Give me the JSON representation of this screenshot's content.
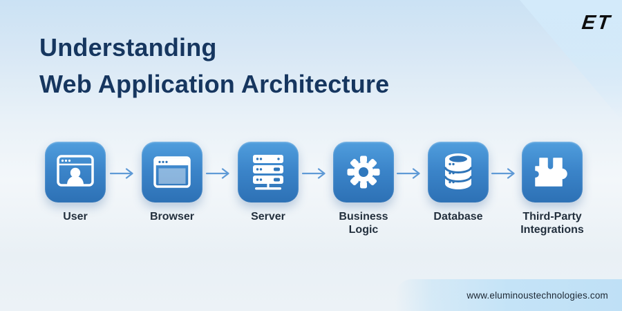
{
  "page": {
    "title": "Understanding\nWeb Application Architecture",
    "brand_logo": "ET",
    "footer_url": "www.eluminoustechnologies.com"
  },
  "colors": {
    "title_text": "#16365f",
    "label_text": "#222f3d",
    "tile_blue_top": "#509edd",
    "tile_blue_bottom": "#2d71b5",
    "icon_detail_blue": "#2e74b8",
    "arrow_blue": "#5f9ad6",
    "background_top": "#cbe2f4",
    "background_mid": "#f3f7fa",
    "footer_band": "#bfe0f6",
    "logo_black": "#0d0d0d"
  },
  "flow": {
    "stages": [
      {
        "label": "User",
        "icon": "user-icon"
      },
      {
        "label": "Browser",
        "icon": "browser-icon"
      },
      {
        "label": "Server",
        "icon": "server-icon"
      },
      {
        "label": "Business\nLogic",
        "icon": "gear-icon"
      },
      {
        "label": "Database",
        "icon": "database-icon"
      },
      {
        "label": "Third-Party\nIntegrations",
        "icon": "puzzle-icon"
      }
    ]
  }
}
